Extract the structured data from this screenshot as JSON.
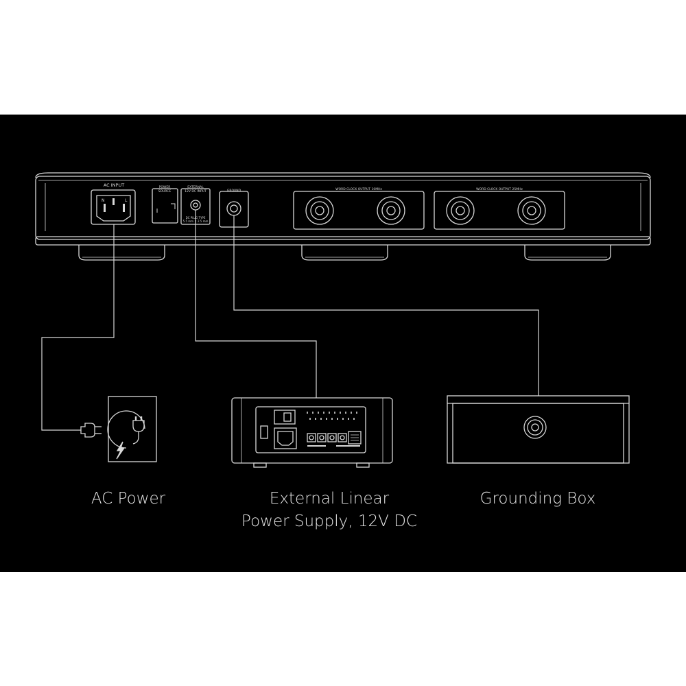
{
  "colors": {
    "background": "#000000",
    "line": "#d9d9d9",
    "text": "#e6e6e6",
    "page": "#ffffff"
  },
  "device_panel": {
    "ac_input_label": "AC INPUT",
    "power_source_label": [
      "POWER",
      "SOURCE"
    ],
    "external_dc_label": [
      "EXTERNAL",
      "12V DC INPUT"
    ],
    "dc_plug_type_label": [
      "DC PLUG TYPE",
      "5.5 mm × 2.5 mm"
    ],
    "ground_label": "GROUND",
    "word_clock_1_label": "WORD CLOCK OUTPUT 10MHz",
    "word_clock_2_label": "WORD CLOCK OUTPUT 25MHz",
    "iec_pin_labels": [
      "N",
      "L"
    ]
  },
  "icons": {
    "ac_power": "wall-socket-plug-lightning-icon",
    "plug": "power-plug-icon",
    "linear_psu": "linear-power-supply-icon",
    "grounding_box": "grounding-box-icon"
  },
  "captions": {
    "ac_power": "AC Power",
    "external_psu_line1": "External Linear",
    "external_psu_line2": "Power Supply, 12V DC",
    "grounding_box": "Grounding Box"
  }
}
